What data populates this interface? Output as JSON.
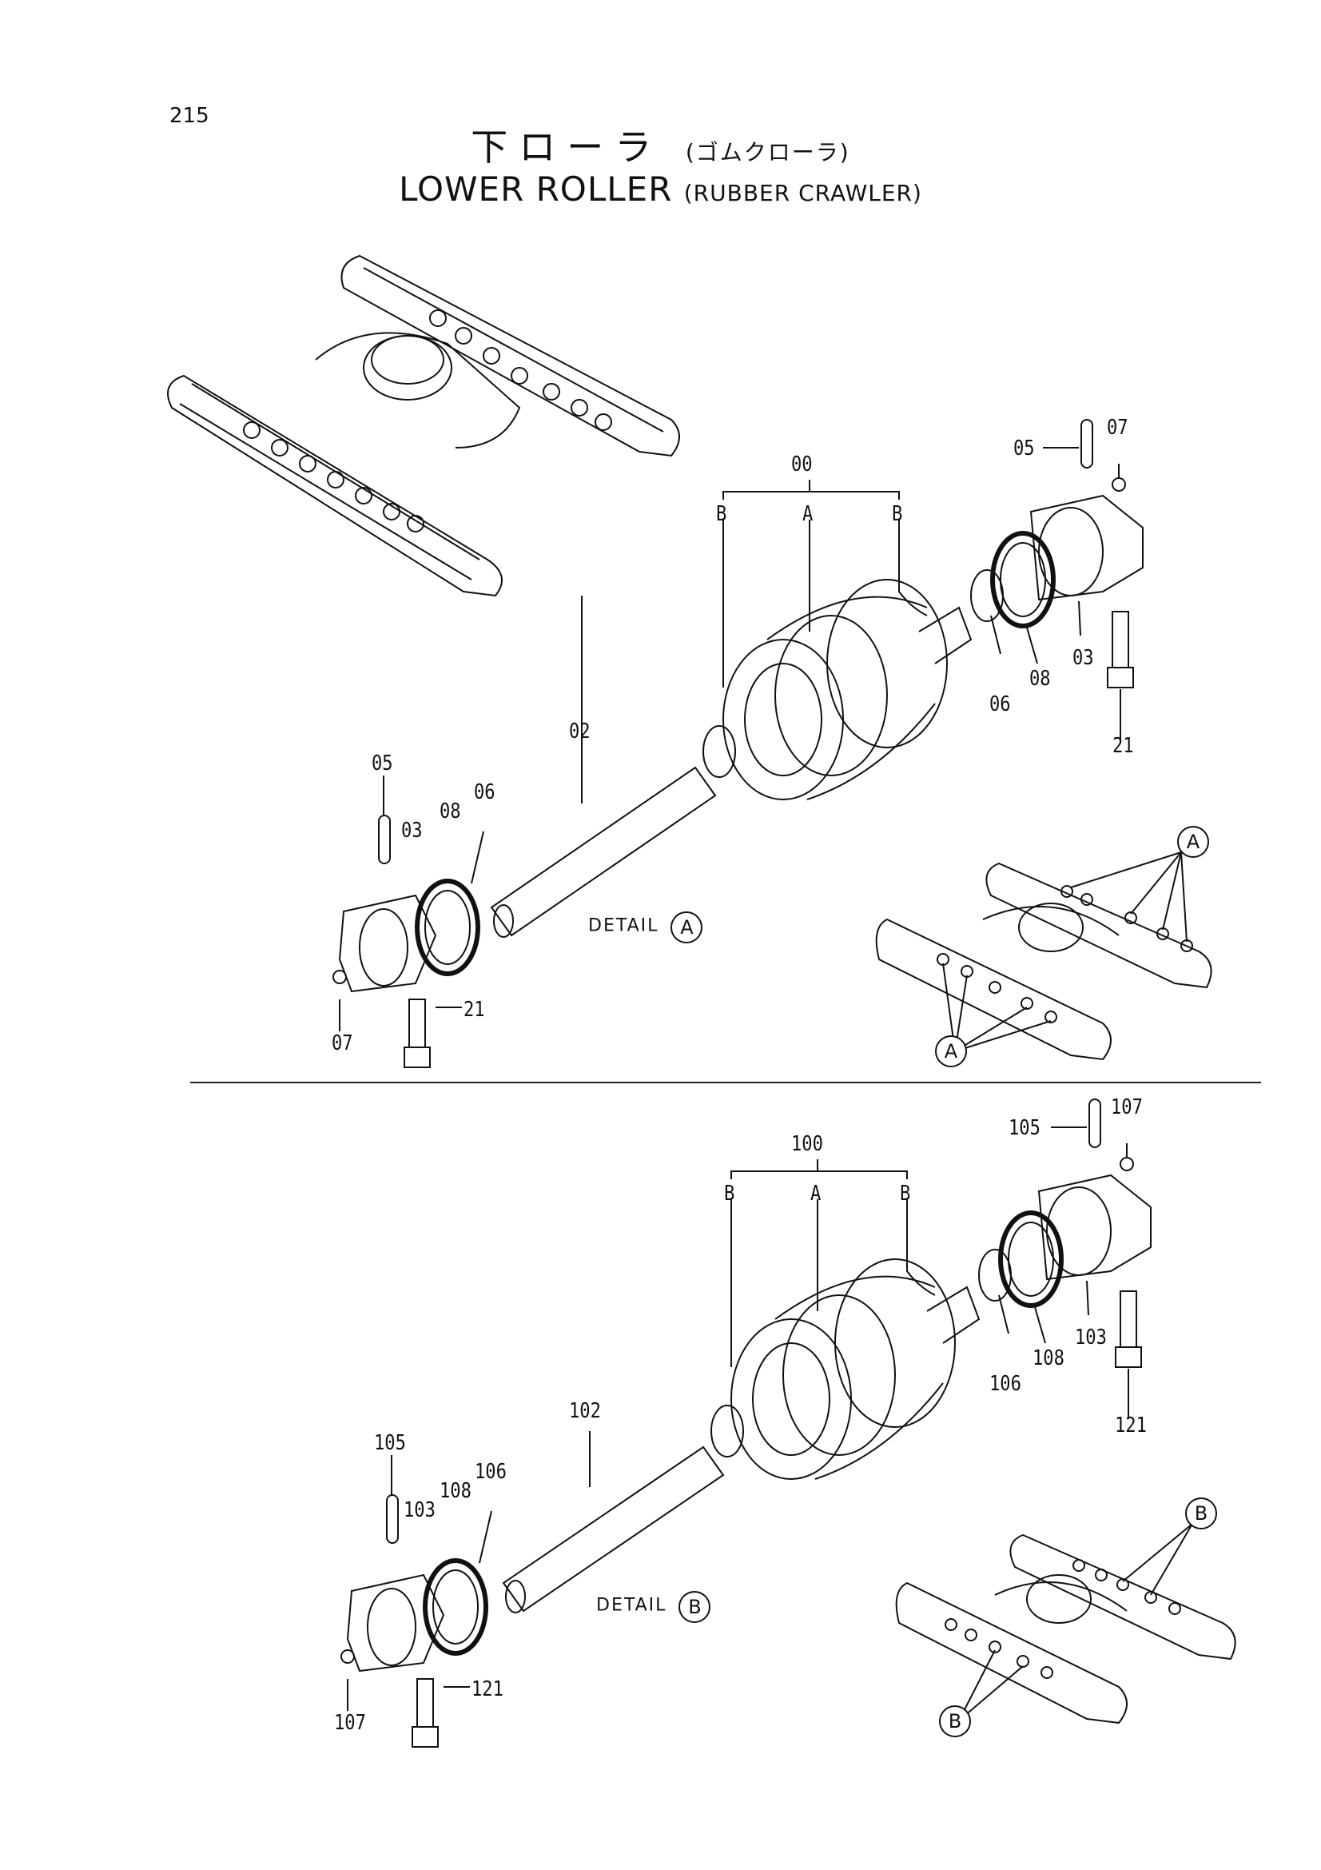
{
  "page_number": "215",
  "title": {
    "japanese": "下ローラ",
    "japanese_sub": "(ゴムクローラ)",
    "english": "LOWER ROLLER",
    "english_sub": "(RUBBER CRAWLER)"
  },
  "detail_a": {
    "label": "DETAIL",
    "letter": "A",
    "parts": {
      "p00": "00",
      "pA": "A",
      "pB1": "B",
      "pB2": "B",
      "p02": "02",
      "p03a": "03",
      "p03b": "03",
      "p05a": "05",
      "p05b": "05",
      "p06a": "06",
      "p06b": "06",
      "p07a": "07",
      "p07b": "07",
      "p08a": "08",
      "p08b": "08",
      "p21a": "21",
      "p21b": "21"
    },
    "callout_top": "A",
    "callout_bottom": "A"
  },
  "detail_b": {
    "label": "DETAIL",
    "letter": "B",
    "parts": {
      "p100": "100",
      "pA": "A",
      "pB1": "B",
      "pB2": "B",
      "p102": "102",
      "p103a": "103",
      "p103b": "103",
      "p105a": "105",
      "p105b": "105",
      "p106a": "106",
      "p106b": "106",
      "p107a": "107",
      "p107b": "107",
      "p108a": "108",
      "p108b": "108",
      "p121a": "121",
      "p121b": "121"
    },
    "callout_top": "B",
    "callout_bottom": "B"
  }
}
